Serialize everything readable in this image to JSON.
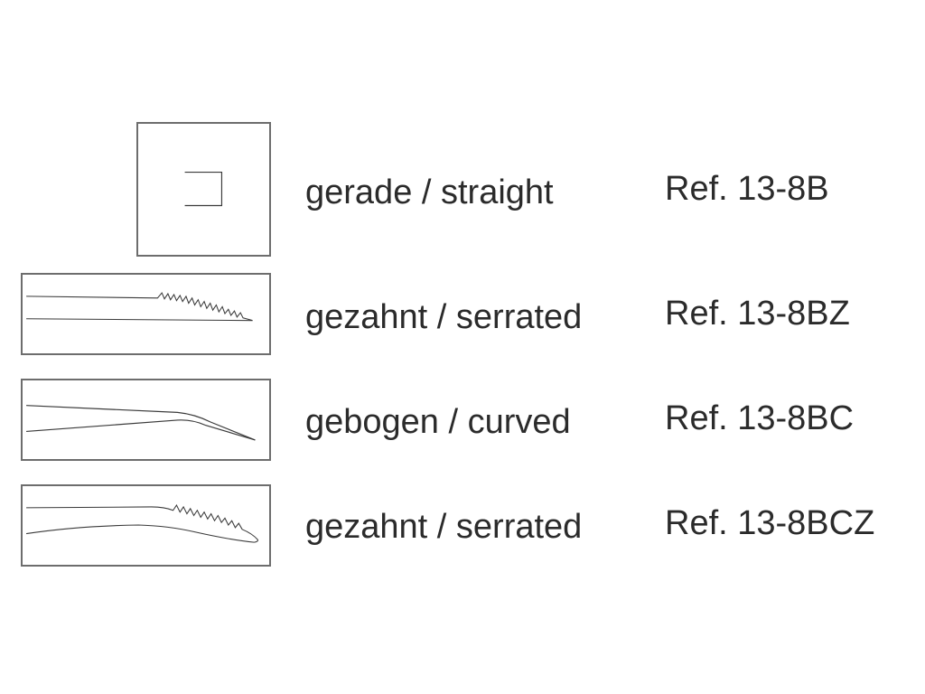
{
  "rows": [
    {
      "label": "gerade / straight",
      "ref": "Ref. 13-8B",
      "tip_icon": "straight-tip-icon"
    },
    {
      "label": "gezahnt / serrated",
      "ref": "Ref. 13-8BZ",
      "tip_icon": "serrated-straight-tip-icon"
    },
    {
      "label": "gebogen / curved",
      "ref": "Ref. 13-8BC",
      "tip_icon": "curved-tip-icon"
    },
    {
      "label": "gezahnt / serrated",
      "ref": "Ref. 13-8BCZ",
      "tip_icon": "serrated-curved-tip-icon"
    }
  ],
  "colors": {
    "frame": "#6d6d6d",
    "line": "#3a3a3a",
    "text": "#2b2b2b"
  }
}
